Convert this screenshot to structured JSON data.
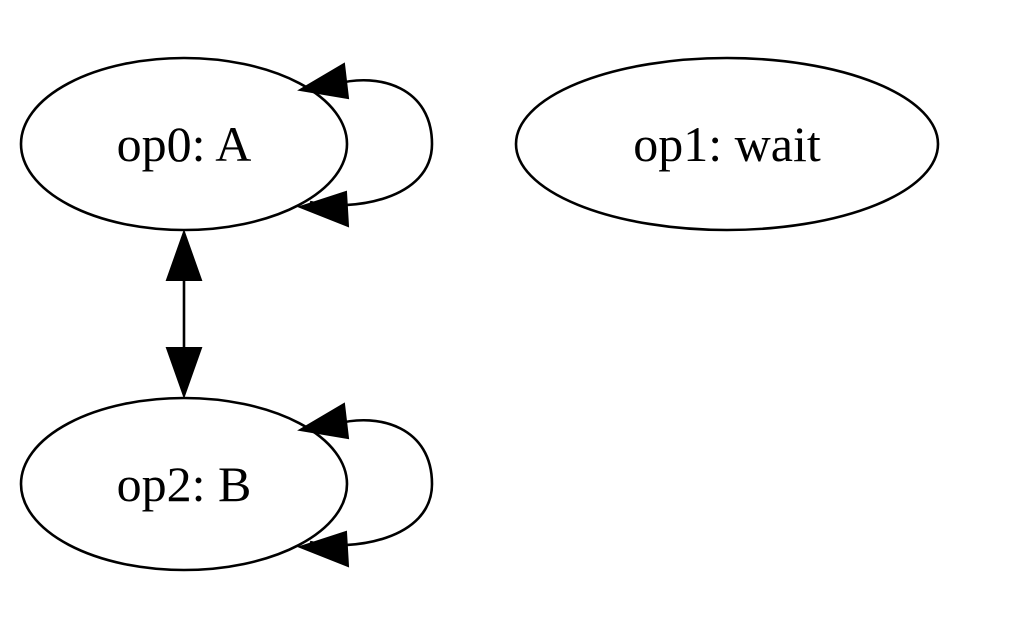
{
  "diagram": {
    "type": "directed-graph",
    "colors": {
      "background": "#ffffff",
      "stroke": "#000000",
      "text": "#000000"
    },
    "nodes": [
      {
        "id": "op0",
        "label": "op0: A"
      },
      {
        "id": "op1",
        "label": "op1: wait"
      },
      {
        "id": "op2",
        "label": "op2: B"
      }
    ],
    "edges": [
      {
        "from": "op0",
        "to": "op0"
      },
      {
        "from": "op2",
        "to": "op2"
      },
      {
        "from": "op0",
        "to": "op2"
      },
      {
        "from": "op2",
        "to": "op0"
      }
    ]
  }
}
